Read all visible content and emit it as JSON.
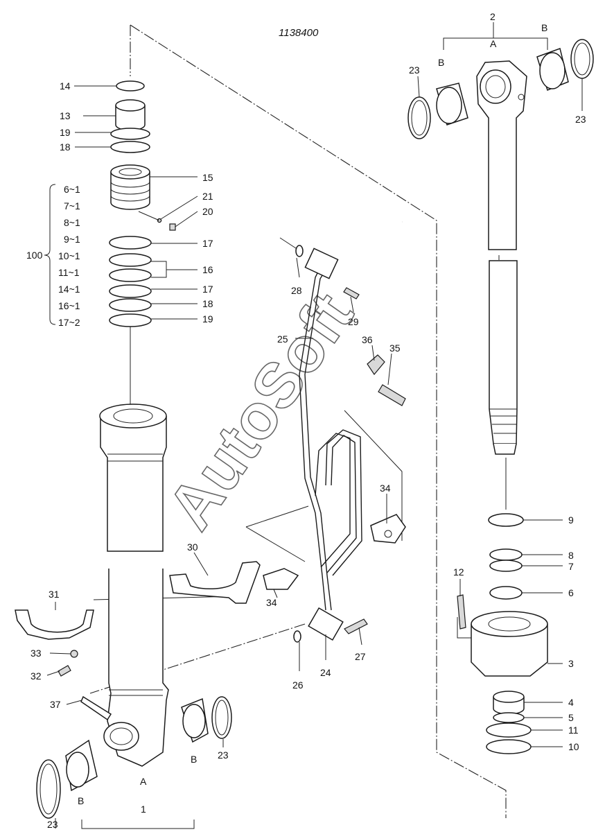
{
  "drawing": {
    "reference_number": "1138400",
    "watermark": "AutoSoft",
    "group_label": "100",
    "kit_items": [
      "6~1",
      "7~1",
      "8~1",
      "9~1",
      "10~1",
      "11~1",
      "14~1",
      "16~1",
      "17~2"
    ],
    "callouts": {
      "c14": "14",
      "c13": "13",
      "c19a": "19",
      "c18a": "18",
      "c15": "15",
      "c21": "21",
      "c20": "20",
      "c17a": "17",
      "c16": "16",
      "c17b": "17",
      "c18b": "18",
      "c19b": "19",
      "c28": "28",
      "c29": "29",
      "c25": "25",
      "c36": "36",
      "c35": "35",
      "c34a": "34",
      "c30": "30",
      "c34b": "34",
      "c31": "31",
      "c33": "33",
      "c32": "32",
      "c37": "37",
      "c23a": "23",
      "c23b": "23",
      "c1": "1",
      "cA1": "A",
      "cB1": "B",
      "cB2": "B",
      "c26": "26",
      "c24": "24",
      "c27": "27",
      "c2": "2",
      "cA2": "A",
      "cB3": "B",
      "cB4": "B",
      "c23c": "23",
      "c23d": "23",
      "c9": "9",
      "c8": "8",
      "c7": "7",
      "c6": "6",
      "c12": "12",
      "c3": "3",
      "c4": "4",
      "c5": "5",
      "c11": "11",
      "c10": "10"
    }
  }
}
